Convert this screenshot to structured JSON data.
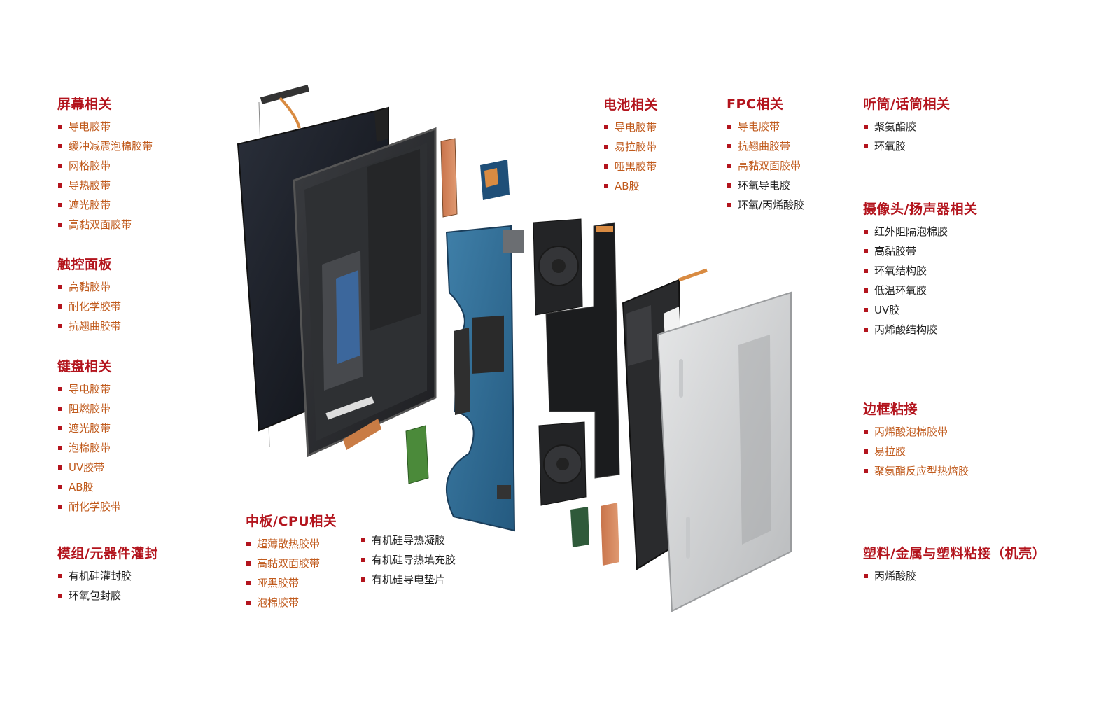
{
  "groups": {
    "screen": {
      "title": "屏幕相关",
      "items": [
        "导电胶带",
        "缓冲减震泡棉胶带",
        "网格胶带",
        "导热胶带",
        "遮光胶带",
        "高黏双面胶带"
      ]
    },
    "touchpad": {
      "title": "触控面板",
      "items": [
        "高黏胶带",
        "耐化学胶带",
        "抗翘曲胶带"
      ]
    },
    "keyboard": {
      "title": "键盘相关",
      "items": [
        "导电胶带",
        "阻燃胶带",
        "遮光胶带",
        "泡棉胶带",
        "UV胶带",
        "AB胶",
        "耐化学胶带"
      ]
    },
    "potting": {
      "title": "模组/元器件灌封",
      "items": [
        "有机硅灌封胶",
        "环氧包封胶"
      ]
    },
    "midboard": {
      "title": "中板/CPU相关",
      "items": [
        "超薄散热胶带",
        "高黏双面胶带",
        "哑黑胶带",
        "泡棉胶带"
      ],
      "items2": [
        "有机硅导热凝胶",
        "有机硅导热填充胶",
        "有机硅导电垫片"
      ]
    },
    "battery": {
      "title": "电池相关",
      "items": [
        "导电胶带",
        "易拉胶带",
        "哑黑胶带",
        "AB胶"
      ]
    },
    "fpc": {
      "title": "FPC相关",
      "items": [
        "导电胶带",
        "抗翘曲胶带",
        "高黏双面胶带",
        "环氧导电胶",
        "环氧/丙烯酸胶"
      ]
    },
    "receiver": {
      "title": "听筒/话筒相关",
      "items": [
        "聚氨酯胶",
        "环氧胶"
      ]
    },
    "camera": {
      "title": "摄像头/扬声器相关",
      "items": [
        "红外阻隔泡棉胶",
        "高黏胶带",
        "环氧结构胶",
        "低温环氧胶",
        "UV胶",
        "丙烯酸结构胶"
      ]
    },
    "frame": {
      "title": "边框粘接",
      "items": [
        "丙烯酸泡棉胶带",
        "易拉胶",
        "聚氨酯反应型热熔胶"
      ]
    },
    "plastic": {
      "title": "塑料/金属与塑料粘接（机壳）",
      "items": [
        "丙烯酸胶"
      ]
    }
  },
  "colors": {
    "accent": "#b3141d",
    "orange_text": "#c05a1c",
    "dark_text": "#1e1e1e"
  }
}
